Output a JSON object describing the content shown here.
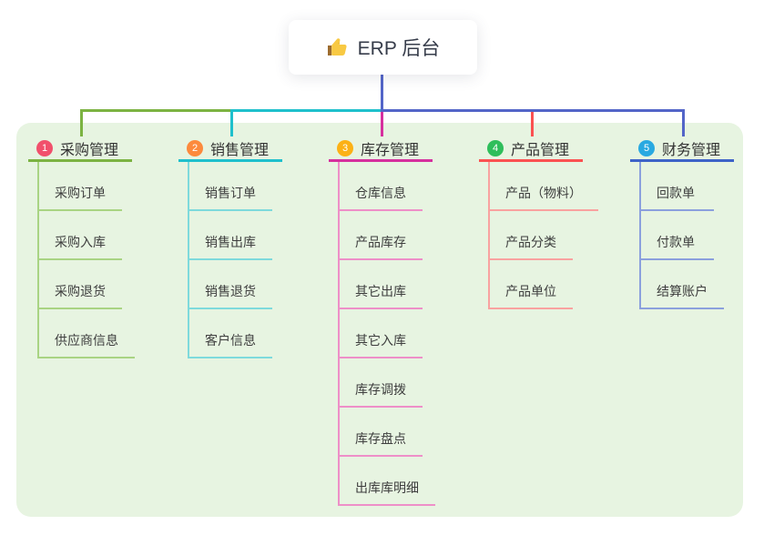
{
  "root": {
    "label": "ERP 后台",
    "icon": "thumbs-up-icon",
    "icon_color": "#F8C943",
    "card_background": "#ffffff",
    "text_color": "#363C4A"
  },
  "panel": {
    "background": "#E7F4E1"
  },
  "connectors": {
    "root_line_color": "#5365C8",
    "bus_segments": [
      {
        "from_branch": 0,
        "to_branch": 1,
        "color": "#7CB342"
      },
      {
        "from_branch": 1,
        "to_branch": 2,
        "color": "#1FC0CC"
      },
      {
        "from_branch": 2,
        "to_branch": 4,
        "color": "#5365C8"
      }
    ]
  },
  "branches": [
    {
      "num": "1",
      "title": "采购管理",
      "badge_color": "#F1506C",
      "line_color": "#7CB342",
      "line_light_color": "#A9D483",
      "drop_color": "#7CB342",
      "children": [
        "采购订单",
        "采购入库",
        "采购退货",
        "供应商信息"
      ]
    },
    {
      "num": "2",
      "title": "销售管理",
      "badge_color": "#FC8A3D",
      "line_color": "#1FC0CC",
      "line_light_color": "#7EDADC",
      "drop_color": "#1FC0CC",
      "children": [
        "销售订单",
        "销售出库",
        "销售退货",
        "客户信息"
      ]
    },
    {
      "num": "3",
      "title": "库存管理",
      "badge_color": "#FCB116",
      "line_color": "#D6309E",
      "line_light_color": "#EE8FC8",
      "drop_color": "#D6309E",
      "children": [
        "仓库信息",
        "产品库存",
        "其它出库",
        "其它入库",
        "库存调拨",
        "库存盘点",
        "出库库明细"
      ]
    },
    {
      "num": "4",
      "title": "产品管理",
      "badge_color": "#2FBE5B",
      "line_color": "#FB5151",
      "line_light_color": "#F9A2A0",
      "drop_color": "#FB5151",
      "children": [
        "产品（物料）",
        "产品分类",
        "产品单位"
      ]
    },
    {
      "num": "5",
      "title": "财务管理",
      "badge_color": "#29A9E1",
      "line_color": "#3E63C8",
      "line_light_color": "#8BA0DD",
      "drop_color": "#5365C8",
      "children": [
        "回款单",
        "付款单",
        "结算账户"
      ]
    }
  ]
}
